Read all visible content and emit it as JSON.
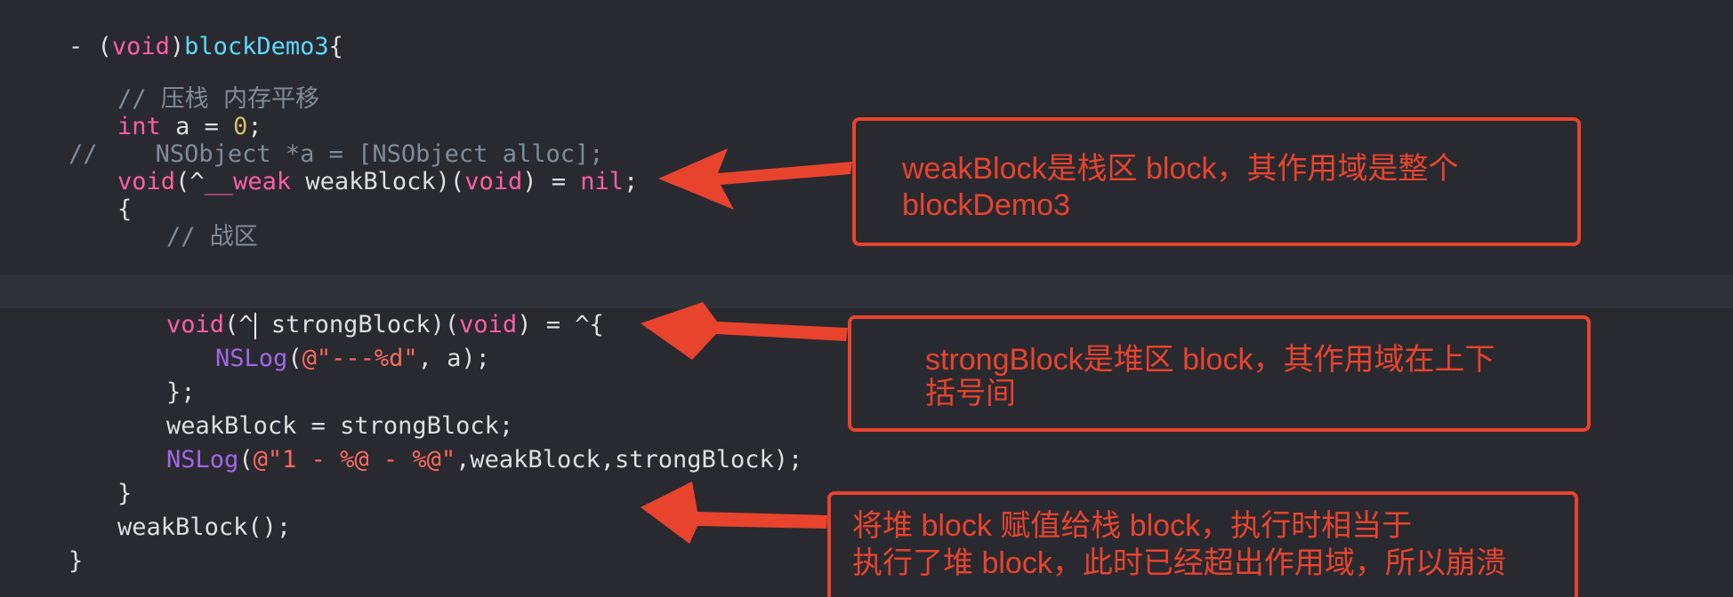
{
  "code": {
    "l1": {
      "dash": "- (",
      "kw": "void",
      "close": ")",
      "name": "blockDemo3",
      "brace": "{"
    },
    "l3": {
      "comment": "// 压栈 内存平移"
    },
    "l4": {
      "kw": "int",
      "rest": " a = ",
      "num": "0",
      "end": ";"
    },
    "l5": {
      "comment": "//    NSObject *a = [NSObject alloc];"
    },
    "l6": {
      "kw1": "void",
      "mid1": "(^",
      "kw2": "__weak",
      "mid2": " weakBlock)(",
      "kw3": "void",
      "mid3": ") = ",
      "kw4": "nil",
      "end": ";"
    },
    "l7": {
      "text": "{"
    },
    "l8": {
      "comment": "// 战区"
    },
    "l9": {
      "kw1": "void",
      "pre": "(^",
      "post": " strongBlock)(",
      "kw2": "void",
      "end": ") = ^{"
    },
    "l10": {
      "fn": "NSLog",
      "open": "(",
      "str": "@\"---%d\"",
      "end": ", a);"
    },
    "l11": {
      "text": "};"
    },
    "l12": {
      "text": "weakBlock = strongBlock;"
    },
    "l13": {
      "fn": "NSLog",
      "open": "(",
      "str": "@\"1 - %@ - %@\"",
      "end": ",weakBlock,strongBlock);"
    },
    "l14": {
      "text": "}"
    },
    "l15": {
      "text": "weakBlock();"
    },
    "l16": {
      "text": "}"
    }
  },
  "annotations": [
    {
      "line1": "weakBlock是栈区 block，其作用域是整个",
      "line2": "blockDemo3"
    },
    {
      "line1": "strongBlock是堆区 block，其作用域在上下",
      "line2": "括号间"
    },
    {
      "line1": "将堆 block 赋值给栈 block，执行时相当于",
      "line2": "执行了堆 block，此时已经超出作用域，所以崩溃"
    }
  ],
  "colors": {
    "background": "#292a30",
    "keyword": "#fc5fa3",
    "function_name": "#5dd8ff",
    "comment": "#7f8c98",
    "number": "#d0bf69",
    "string": "#fc6a5d",
    "class_method": "#a167e6",
    "plain_text": "#dfdfe0",
    "annotation_red": "#e8432d"
  }
}
